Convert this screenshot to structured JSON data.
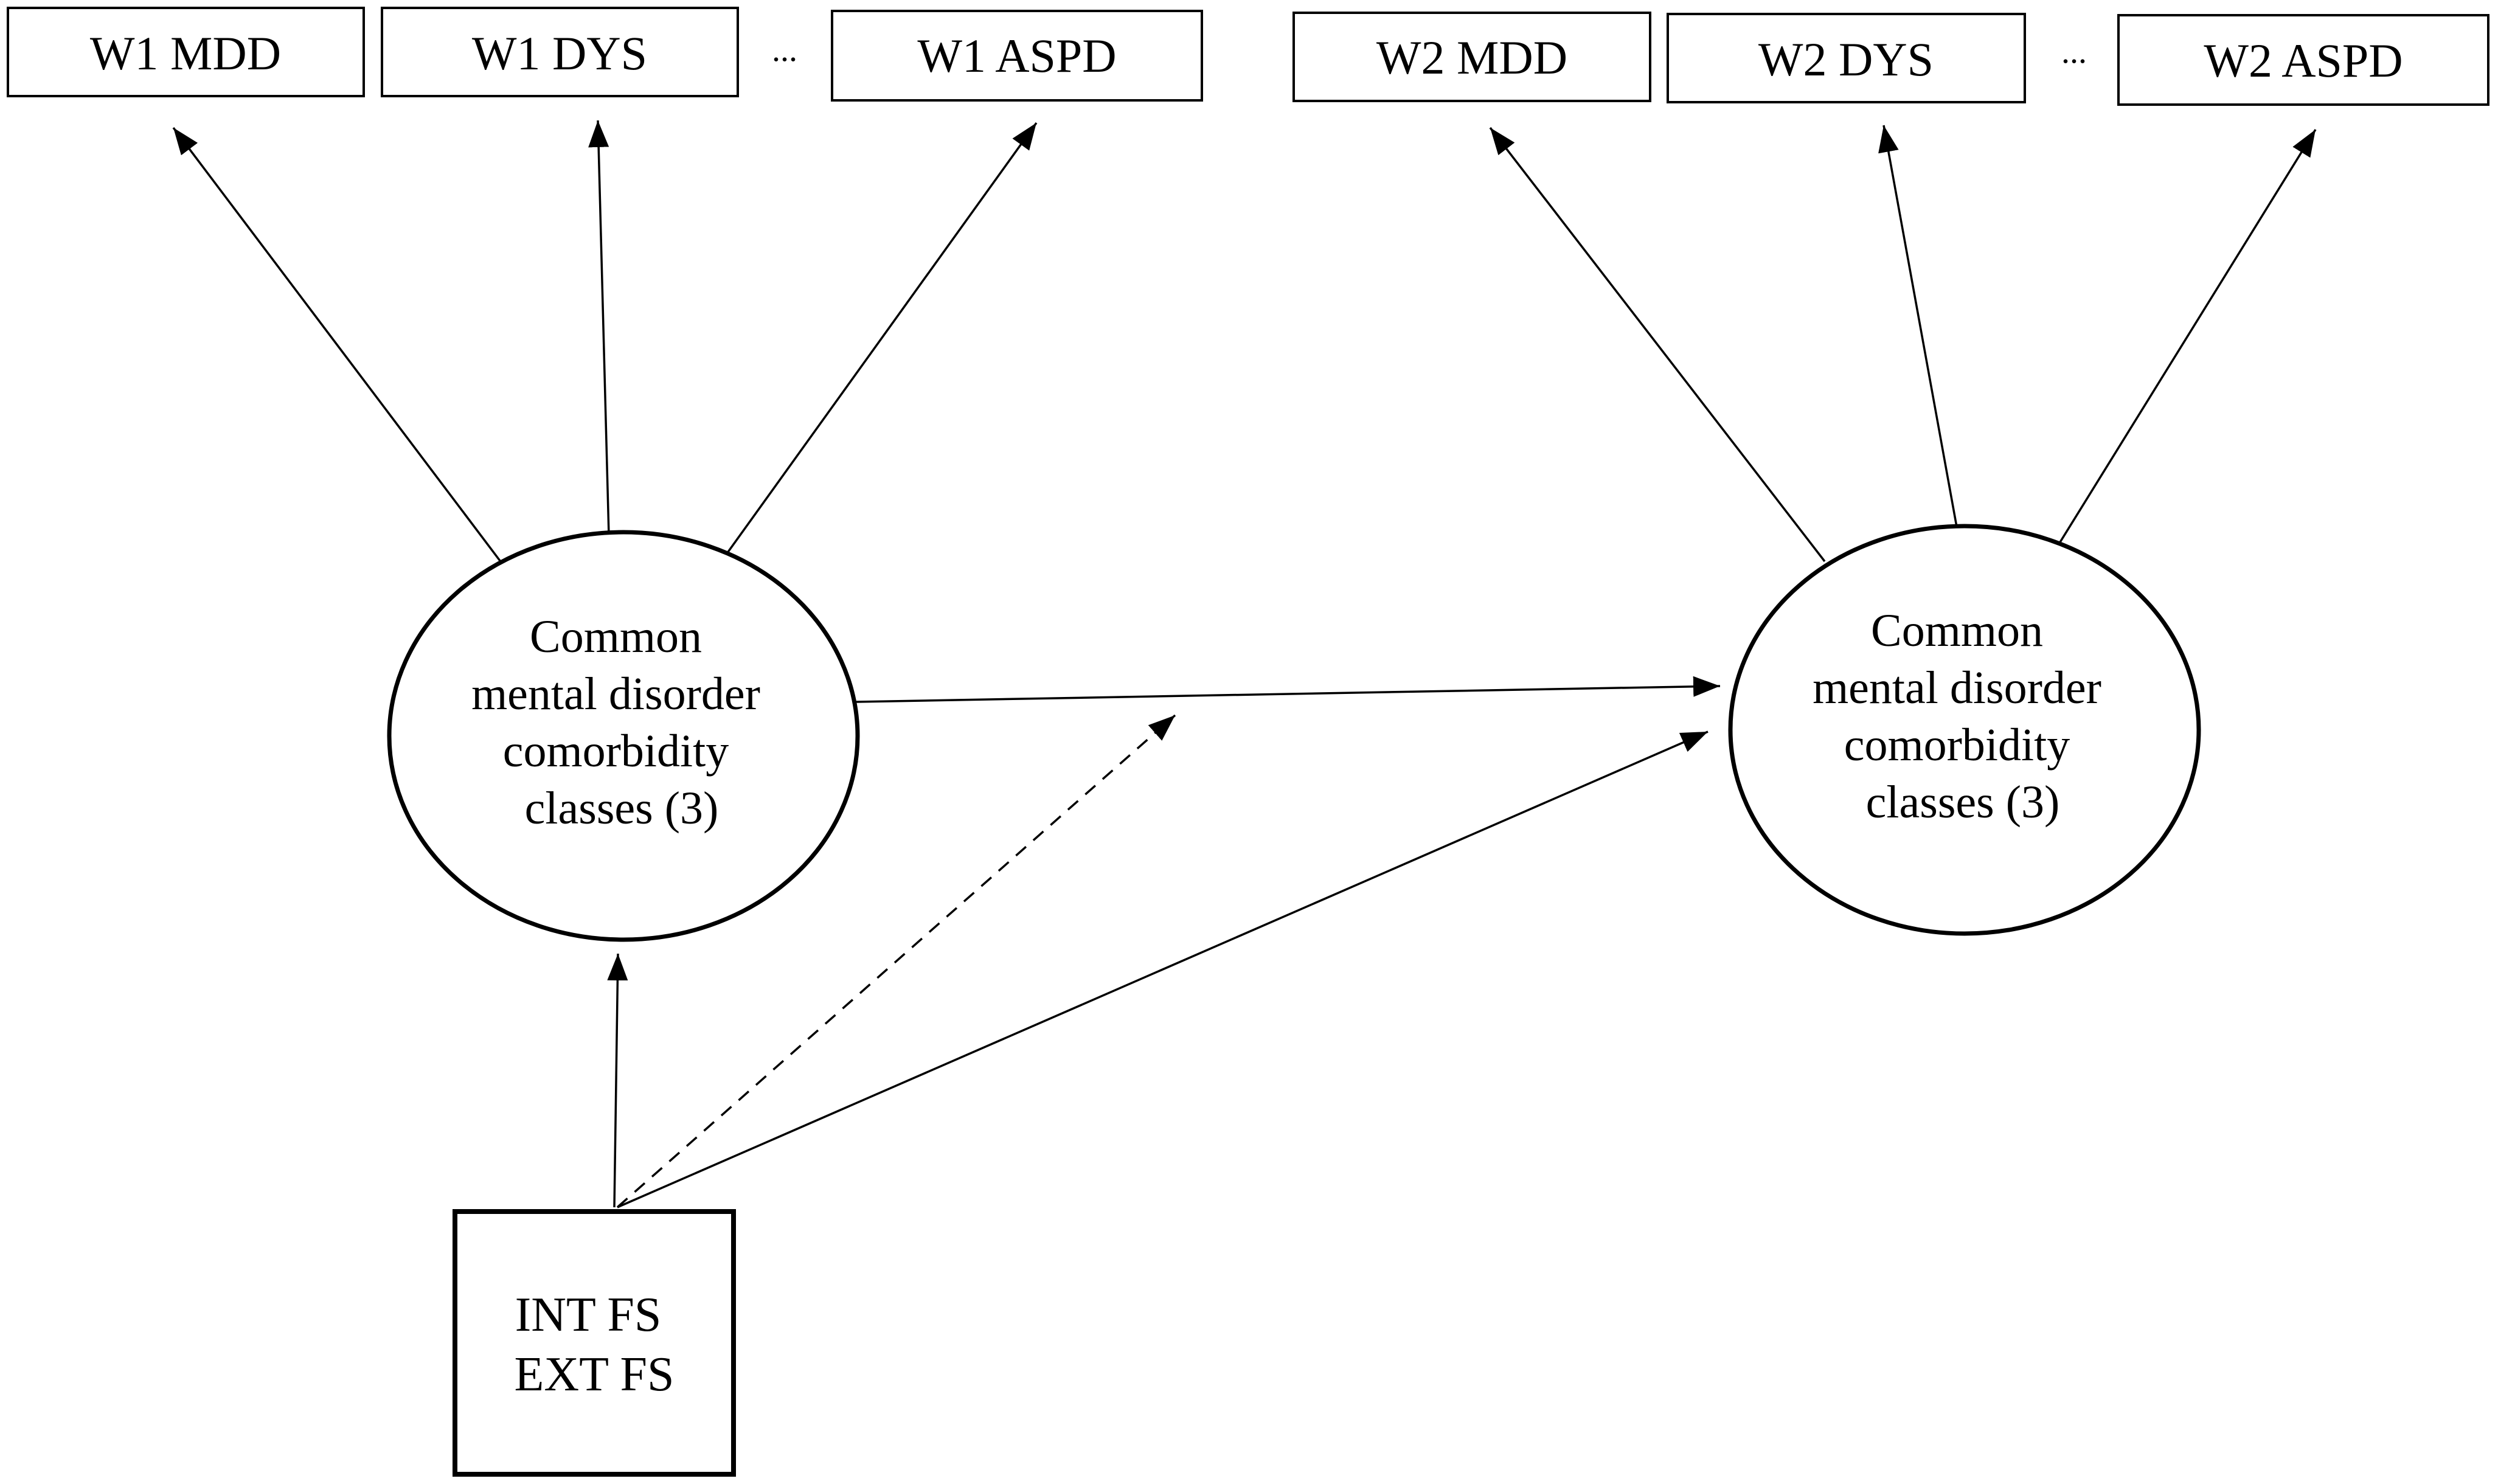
{
  "wave1": {
    "indicators": [
      "W1 MDD",
      "W1 DYS",
      "W1 ASPD"
    ],
    "ellipsis": "...",
    "latent_lines": [
      "Common",
      "mental disorder",
      "comorbidity",
      "classes (3)"
    ]
  },
  "wave2": {
    "indicators": [
      "W2 MDD",
      "W2 DYS",
      "W2 ASPD"
    ],
    "ellipsis": "...",
    "latent_lines": [
      "Common",
      "mental disorder",
      "comorbidity",
      "classes (3)"
    ]
  },
  "covariates": {
    "lines": [
      "INT FS",
      "EXT FS"
    ]
  },
  "colors": {
    "stroke": "#000000",
    "background": "#ffffff"
  }
}
